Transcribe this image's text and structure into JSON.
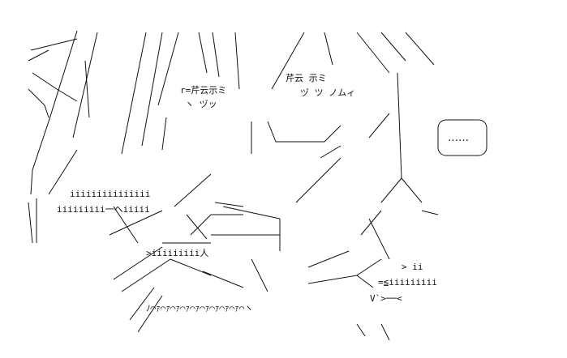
{
  "artwork": {
    "style": "ascii-art",
    "ink_color": "#111111",
    "background_color": "#ffffff"
  },
  "speech_bubble": {
    "text": "……"
  },
  "art_text": {
    "left_label": "r=芹云示ミ",
    "center_label": "ヽ ヅッ",
    "right_label": "芹云 示ミ",
    "right_sub": "ヅ ツ ノムィ",
    "left_dots_a": "iiiiiiiiiiiiiii",
    "left_dots_b": "iiiiiiiii一へiiiii",
    "bottom_dots": ">iiiiiiiii人",
    "right_eq": "=≦iiiiiiiii",
    "right_small": "> ii",
    "curl_row": "ﾉ⌒ｧ⌒ｧ⌒ｧ⌒ｧ⌒ｧ⌒ｧ⌒ｧ⌒ｧ⌒ｧ⌒ヽ",
    "right_arrow": "V`>──<"
  }
}
